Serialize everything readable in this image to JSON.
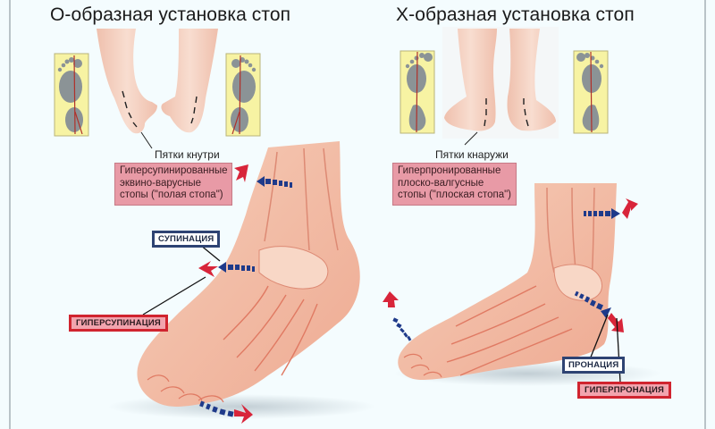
{
  "panels": [
    {
      "id": "o-shaped",
      "title": "О-образная установка стоп",
      "heel_caption": "Пятки кнутри",
      "description_lines": [
        "Гиперсупинированные",
        "эквино-варусные",
        "стопы (\"полая стопа\")"
      ],
      "motion_labels": {
        "normal": "СУПИНАЦИЯ",
        "excessive": "ГИПЕРСУПИНАЦИЯ"
      }
    },
    {
      "id": "x-shaped",
      "title": "Х-образная установка стоп",
      "heel_caption": "Пятки кнаружи",
      "description_lines": [
        "Гиперпронированные",
        "плоско-валгусные",
        "стопы (\"плоская стопа\")"
      ],
      "motion_labels": {
        "normal": "ПРОНАЦИЯ",
        "excessive": "ГИПЕРПРОНАЦИЯ"
      }
    }
  ],
  "colors": {
    "background": "#f4fcfe",
    "skin": "#f2c3b0",
    "skin_shadow": "#e29c88",
    "bone_line": "#d9705e",
    "footprint_box": "#f7f3a3",
    "footprint": "#8b9396",
    "axis_line": "#b0302a",
    "arrow_red": "#d8253a",
    "arrow_blue": "#1e3a8a",
    "label_blue_border": "#2e4373",
    "label_red_border": "#d0242f",
    "desc_box": "#e89aa6"
  },
  "icons": {
    "footprint": "footprint-icon",
    "arrow_red": "arrow-red-icon",
    "arrow_blue_dashed": "arrow-blue-dashed-icon"
  }
}
